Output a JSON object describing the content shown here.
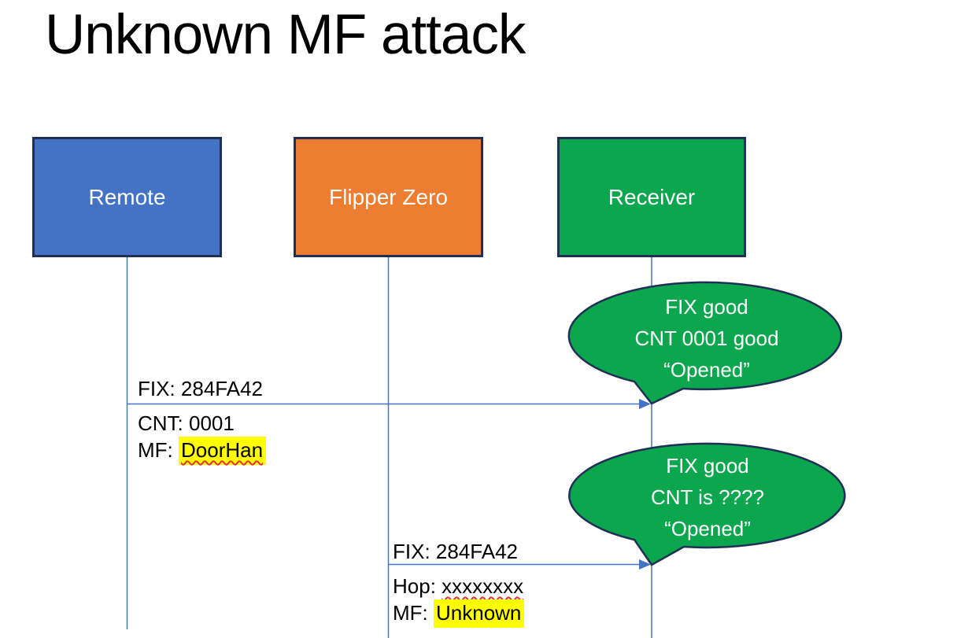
{
  "slide": {
    "title": "Unknown MF attack"
  },
  "actors": [
    {
      "label": "Remote"
    },
    {
      "label": "Flipper Zero"
    },
    {
      "label": "Receiver"
    }
  ],
  "messages": [
    {
      "from": "Remote",
      "to": "Receiver",
      "line1": "FIX: 284FA42",
      "line2": "CNT: 0001",
      "line3_prefix": "MF: ",
      "line3_value": "DoorHan"
    },
    {
      "from": "Flipper Zero",
      "to": "Receiver",
      "line1": "FIX: 284FA42",
      "line2_prefix": "Hop: ",
      "line2_value": "xxxxxxxx",
      "line3_prefix": "MF: ",
      "line3_value": "Unknown"
    }
  ],
  "callouts": [
    {
      "line1": "FIX good",
      "line2": "CNT 0001 good",
      "line3": "“Opened”"
    },
    {
      "line1": "FIX good",
      "line2": "CNT is ????",
      "line3": "“Opened”"
    }
  ],
  "colors": {
    "remote_fill": "#4472C4",
    "flipper_fill": "#ED7D31",
    "receiver_fill": "#0CA64F",
    "callout_fill": "#0CA64F",
    "shape_border": "#1F2F55",
    "connector": "#4472C4",
    "highlight": "#FFFF00",
    "spellcheck_red": "#E5332A",
    "text_on_fill": "#FFFFFF",
    "body_text": "#000000"
  }
}
